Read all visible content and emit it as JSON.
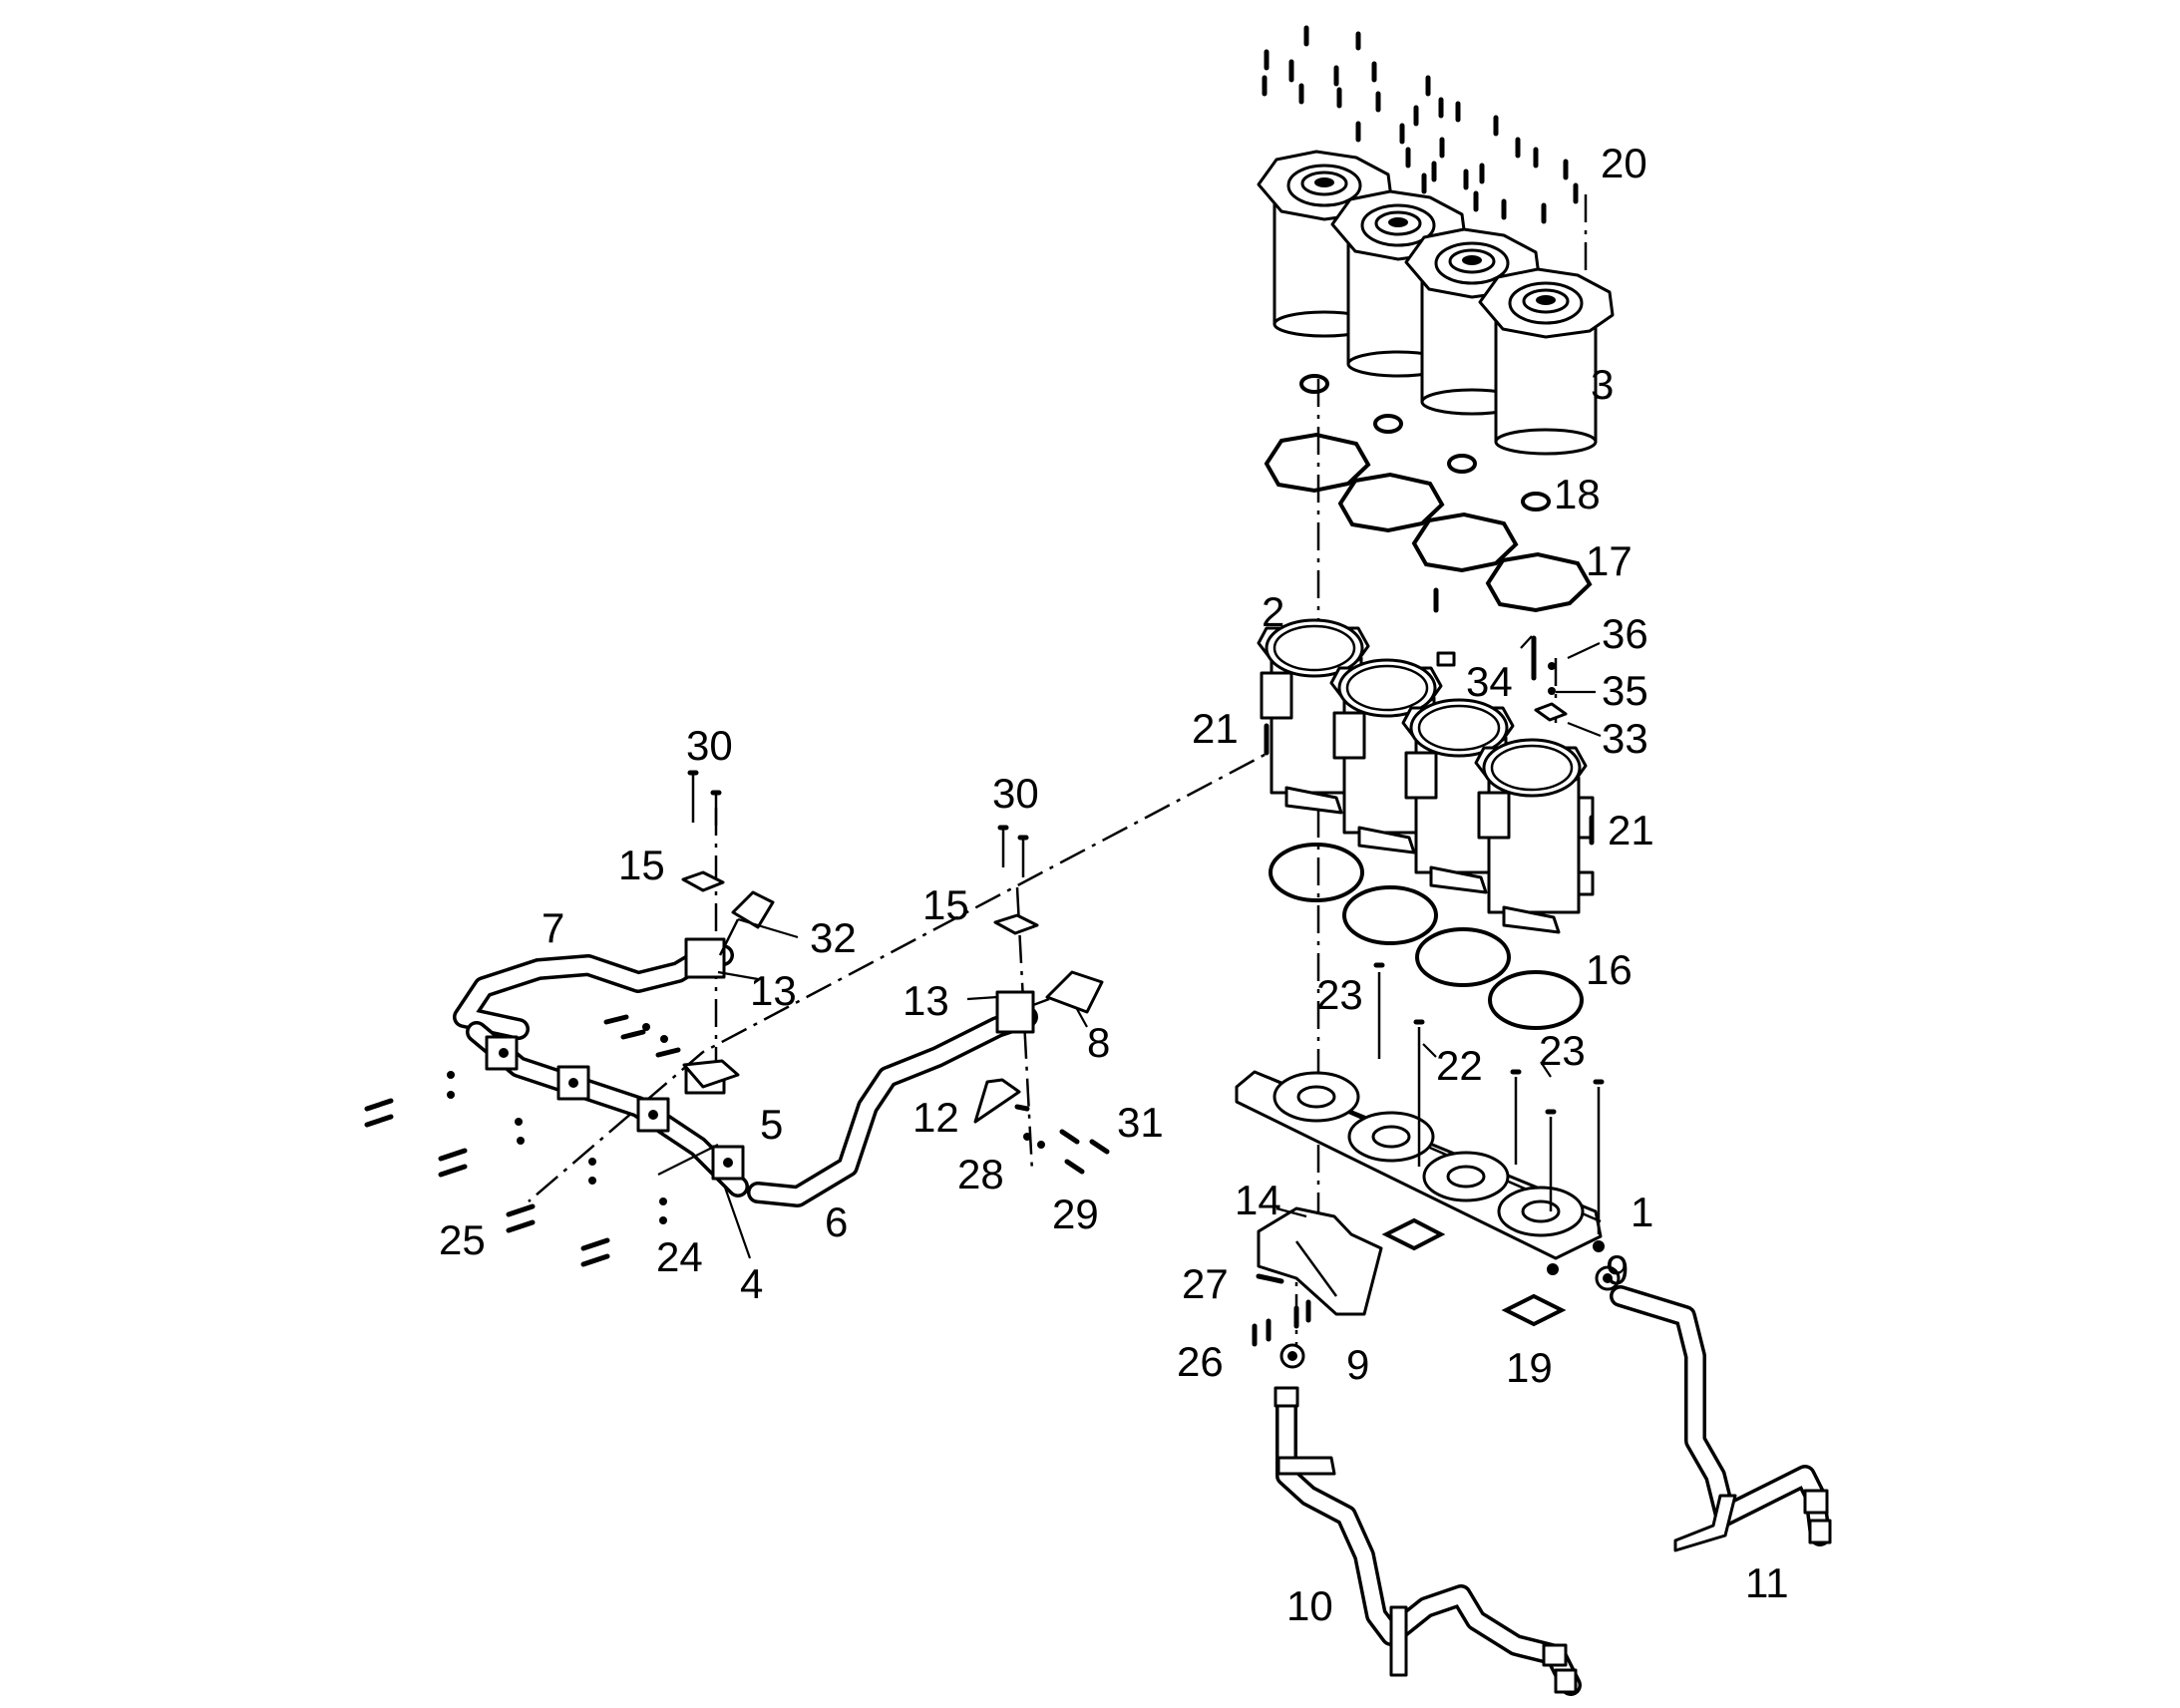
{
  "diagram": {
    "callouts": [
      "20",
      "3",
      "18",
      "17",
      "2",
      "36",
      "34",
      "35",
      "33",
      "21",
      "21",
      "16",
      "23",
      "22",
      "23",
      "1",
      "9",
      "9",
      "19",
      "14",
      "27",
      "26",
      "10",
      "11",
      "30",
      "30",
      "15",
      "15",
      "32",
      "7",
      "13",
      "13",
      "8",
      "12",
      "31",
      "28",
      "29",
      "5",
      "6",
      "4",
      "24",
      "25"
    ]
  }
}
